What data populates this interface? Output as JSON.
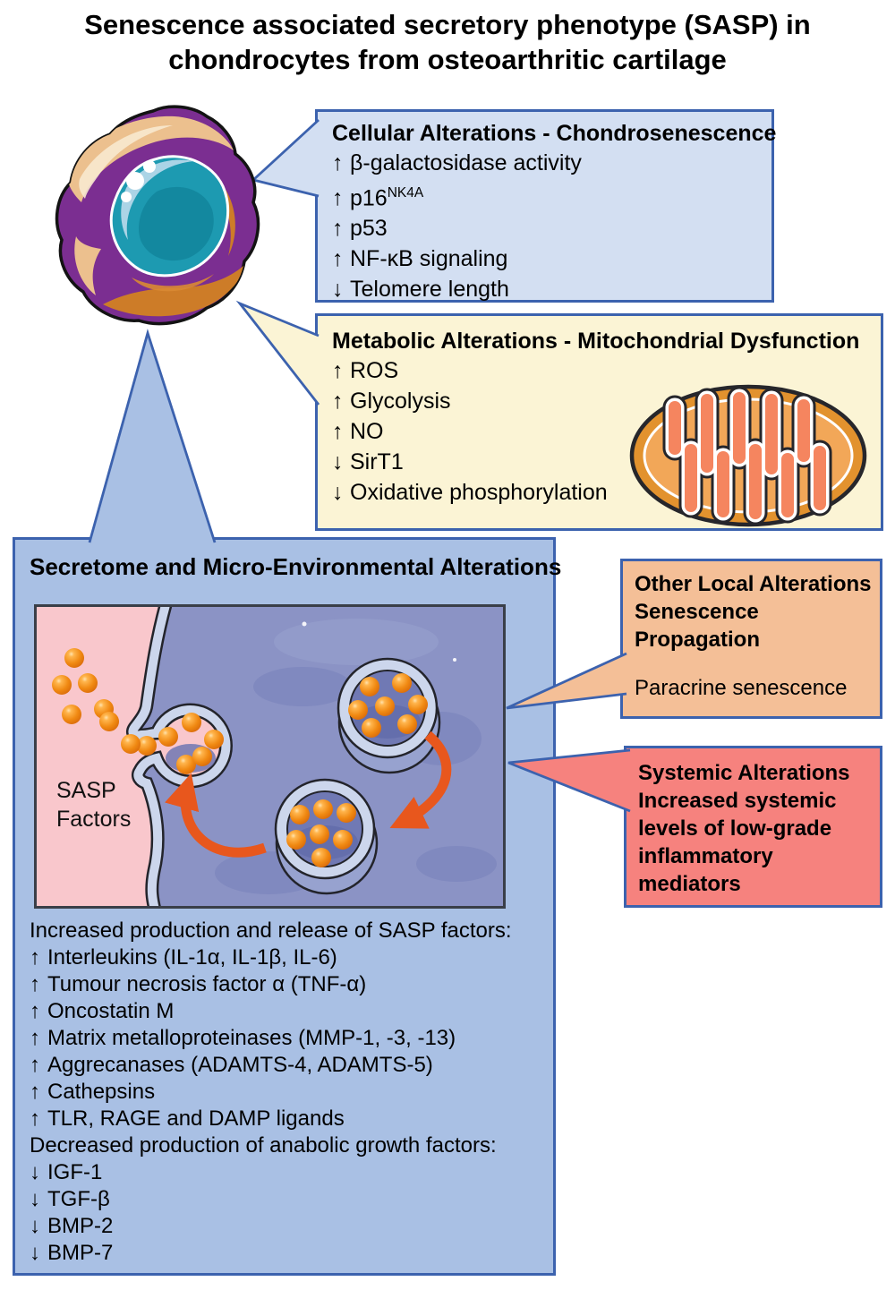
{
  "title": {
    "line1": "Senescence associated secretory phenotype (SASP) in",
    "line2": "chondrocytes from osteoarthritic cartilage"
  },
  "cellular_box": {
    "title": "Cellular Alterations - Chondrosenescence",
    "items": [
      {
        "arrow": "↑",
        "text": "β-galactosidase activity"
      },
      {
        "arrow": "↑",
        "text": "p16",
        "sup": "NK4A"
      },
      {
        "arrow": "↑",
        "text": "p53"
      },
      {
        "arrow": "↑",
        "text": "NF-κB signaling"
      },
      {
        "arrow": "↓",
        "text": "Telomere length"
      }
    ]
  },
  "metabolic_box": {
    "title": "Metabolic Alterations - Mitochondrial Dysfunction",
    "items": [
      {
        "arrow": "↑",
        "text": "ROS"
      },
      {
        "arrow": "↑",
        "text": "Glycolysis"
      },
      {
        "arrow": "↑",
        "text": "NO"
      },
      {
        "arrow": "↓",
        "text": "SirT1"
      },
      {
        "arrow": "↓",
        "text": "Oxidative phosphorylation"
      }
    ]
  },
  "secretome_box": {
    "title": "Secretome and Micro-Environmental Alterations",
    "sasp_label_line1": "SASP",
    "sasp_label_line2": "Factors",
    "increased_header": "Increased production and release of SASP factors:",
    "increased_items": [
      {
        "arrow": "↑",
        "text": "Interleukins (IL-1α, IL-1β, IL-6)"
      },
      {
        "arrow": "↑",
        "text": "Tumour necrosis factor α (TNF-α)"
      },
      {
        "arrow": "↑",
        "text": "Oncostatin M"
      },
      {
        "arrow": "↑",
        "text": "Matrix metalloproteinases (MMP-1, -3, -13)"
      },
      {
        "arrow": "↑",
        "text": "Aggrecanases (ADAMTS-4, ADAMTS-5)"
      },
      {
        "arrow": "↑",
        "text": "Cathepsins"
      },
      {
        "arrow": "↑",
        "text": "TLR, RAGE and DAMP ligands"
      }
    ],
    "decreased_header": "Decreased production of anabolic growth factors:",
    "decreased_items": [
      {
        "arrow": "↓",
        "text": "IGF-1"
      },
      {
        "arrow": "↓",
        "text": "TGF-β"
      },
      {
        "arrow": "↓",
        "text": "BMP-2"
      },
      {
        "arrow": "↓",
        "text": "BMP-7"
      }
    ]
  },
  "other_local_box": {
    "title_lines": [
      "Other Local Alterations",
      "Senescence",
      "Propagation"
    ],
    "body": "Paracrine senescence"
  },
  "systemic_box": {
    "lines": [
      "Systemic Alterations",
      "Increased systemic",
      "levels of low-grade",
      "inflammatory",
      "mediators"
    ]
  },
  "colors": {
    "box_border": "#3c62ae",
    "cellular_fill": "#d3dff2",
    "metabolic_fill": "#fbf4d5",
    "secretome_fill": "#a9c0e4",
    "other_local_fill": "#f4bf97",
    "systemic_fill": "#f6827e",
    "extracellular_pink": "#f9c7cc",
    "cell_interior_blue": "#8b93c5",
    "membrane_light": "#ccd6ec",
    "sasp_sphere_orange": "#f08912",
    "arrow_orange": "#e8571d",
    "chondrocyte_purple": "#7b2e91",
    "nucleus_teal": "#1d9ab1",
    "mitochondrion_orange": "#e2922e"
  }
}
